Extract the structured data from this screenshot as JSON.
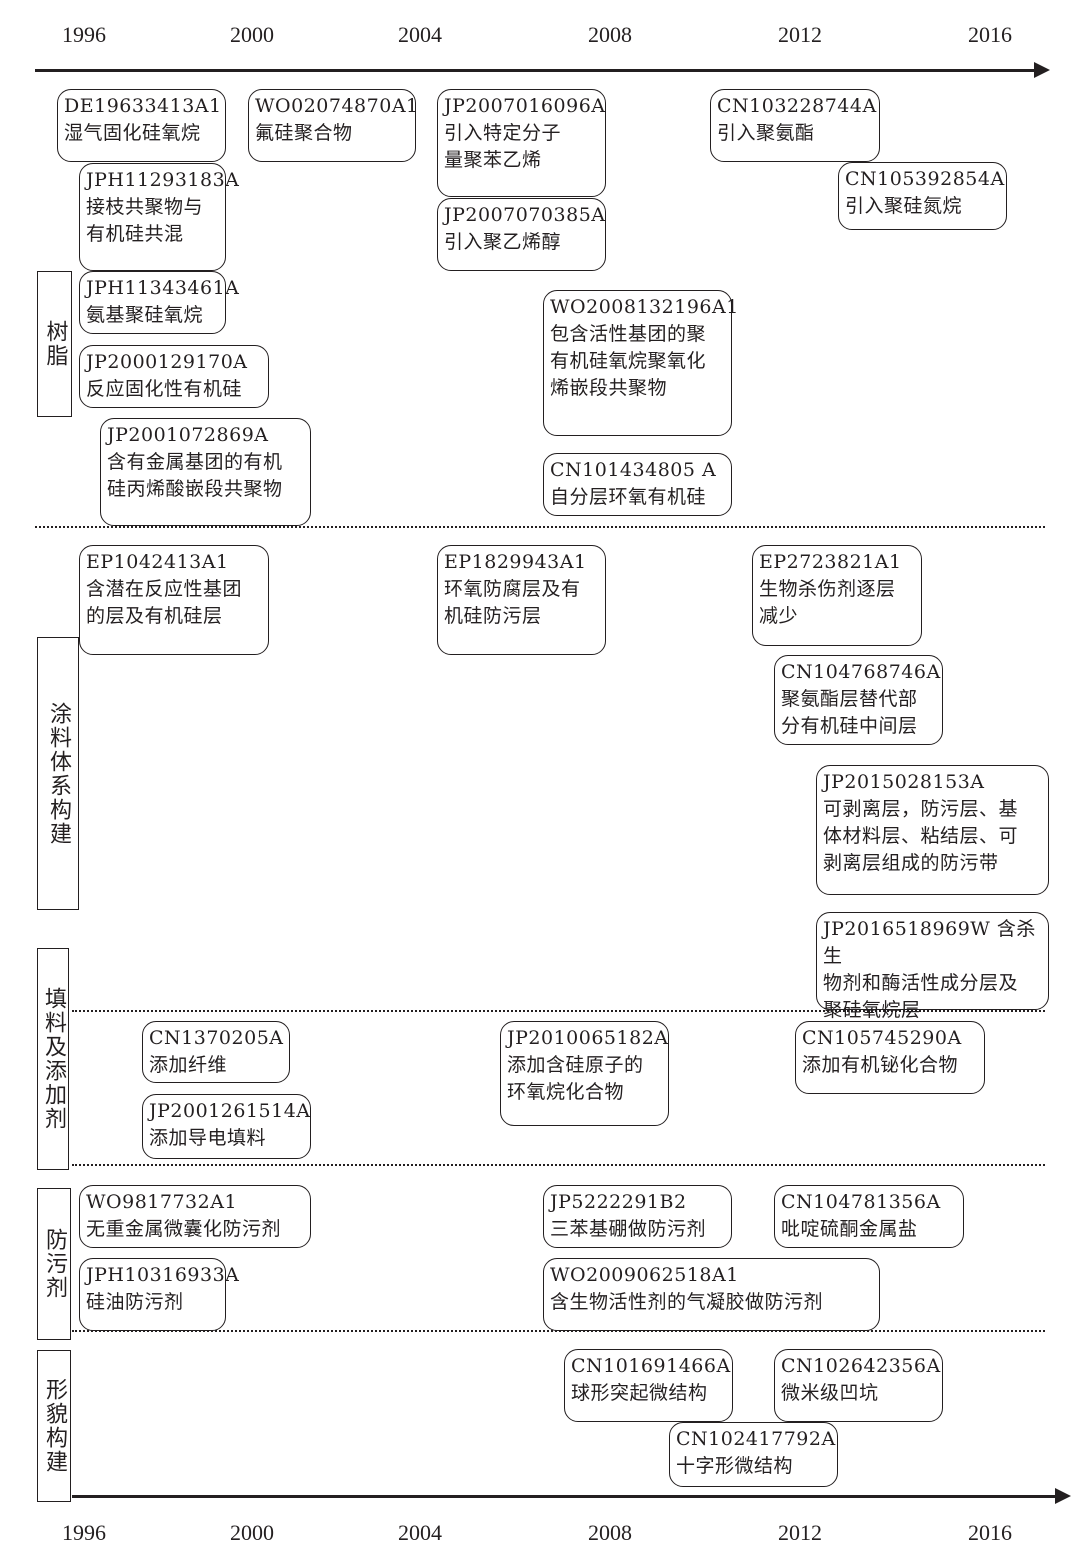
{
  "years": [
    "1996",
    "2000",
    "2004",
    "2008",
    "2012",
    "2016"
  ],
  "categories": [
    "树脂",
    "涂料体系构建",
    "填料及添加剂",
    "防污剂",
    "形貌构建"
  ],
  "boxes": [
    {
      "text": "DE19633413A1\n湿气固化硅氧烷"
    },
    {
      "text": "WO02074870A1\n氟硅聚合物"
    },
    {
      "text": "JP2007016096A\n引入特定分子\n量聚苯乙烯"
    },
    {
      "text": "CN103228744A\n引入聚氨酯"
    },
    {
      "text": "CN105392854A\n引入聚硅氮烷"
    },
    {
      "text": "JPH11293183A\n接枝共聚物与\n有机硅共混"
    },
    {
      "text": "JP2007070385A\n引入聚乙烯醇"
    },
    {
      "text": "JPH11343461A\n氨基聚硅氧烷"
    },
    {
      "text": "WO2008132196A1\n包含活性基团的聚\n有机硅氧烷聚氧化\n烯嵌段共聚物"
    },
    {
      "text": "JP2000129170A\n反应固化性有机硅"
    },
    {
      "text": "JP2001072869A\n含有金属基团的有机\n硅丙烯酸嵌段共聚物"
    },
    {
      "text": "CN101434805 A\n自分层环氧有机硅"
    },
    {
      "text": "EP1042413A1\n含潜在反应性基团\n的层及有机硅层"
    },
    {
      "text": "EP1829943A1\n环氧防腐层及有\n机硅防污层"
    },
    {
      "text": "EP2723821A1\n生物杀伤剂逐层\n减少"
    },
    {
      "text": "CN104768746A\n聚氨酯层替代部\n分有机硅中间层"
    },
    {
      "text": "JP2015028153A\n可剥离层，防污层、基\n体材料层、粘结层、可\n剥离层组成的防污带"
    },
    {
      "text": "JP2016518969W  含杀生\n物剂和酶活性成分层及\n聚硅氧烷层"
    },
    {
      "text": "CN1370205A\n添加纤维"
    },
    {
      "text": "JP2010065182A\n添加含硅原子的\n环氧烷化合物"
    },
    {
      "text": "CN105745290A\n添加有机铋化合物"
    },
    {
      "text": "JP2001261514A\n添加导电填料"
    },
    {
      "text": "WO9817732A1\n无重金属微囊化防污剂"
    },
    {
      "text": "JP5222291B2\n三苯基硼做防污剂"
    },
    {
      "text": "CN104781356A\n吡啶硫酮金属盐"
    },
    {
      "text": "JPH10316933A\n硅油防污剂"
    },
    {
      "text": "WO2009062518A1\n含生物活性剂的气凝胶做防污剂"
    },
    {
      "text": "CN101691466A\n球形突起微结构"
    },
    {
      "text": "CN102642356A\n微米级凹坑"
    },
    {
      "text": "CN102417792A\n十字形微结构"
    }
  ]
}
